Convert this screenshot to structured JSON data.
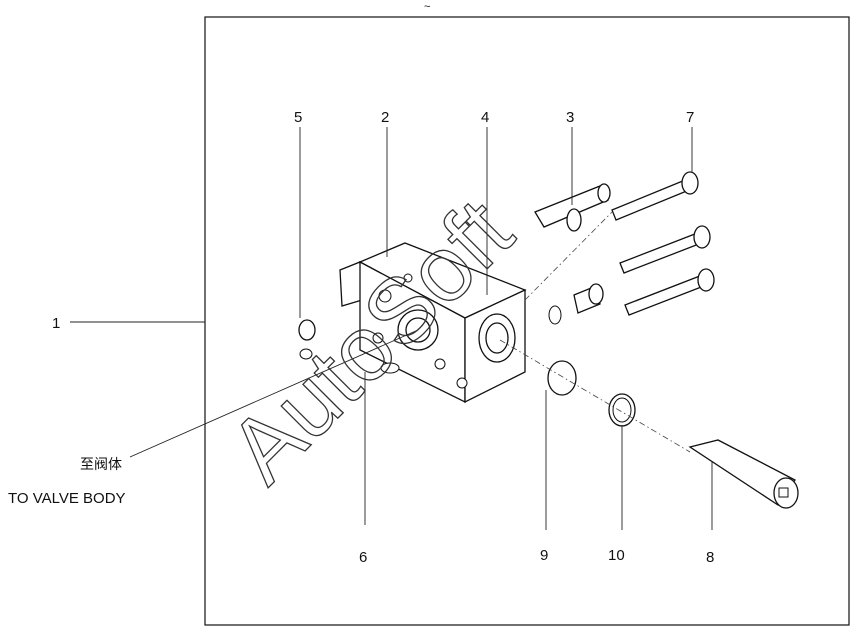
{
  "header_mark": "~",
  "callouts": {
    "c1": "1",
    "c2": "2",
    "c3": "3",
    "c4": "4",
    "c5": "5",
    "c6": "6",
    "c7": "7",
    "c8": "8",
    "c9": "9",
    "c10": "10"
  },
  "labels": {
    "to_valve_body_cn": "至阀体",
    "to_valve_body_en": "TO VALVE BODY"
  },
  "watermark": "AutoSoft"
}
